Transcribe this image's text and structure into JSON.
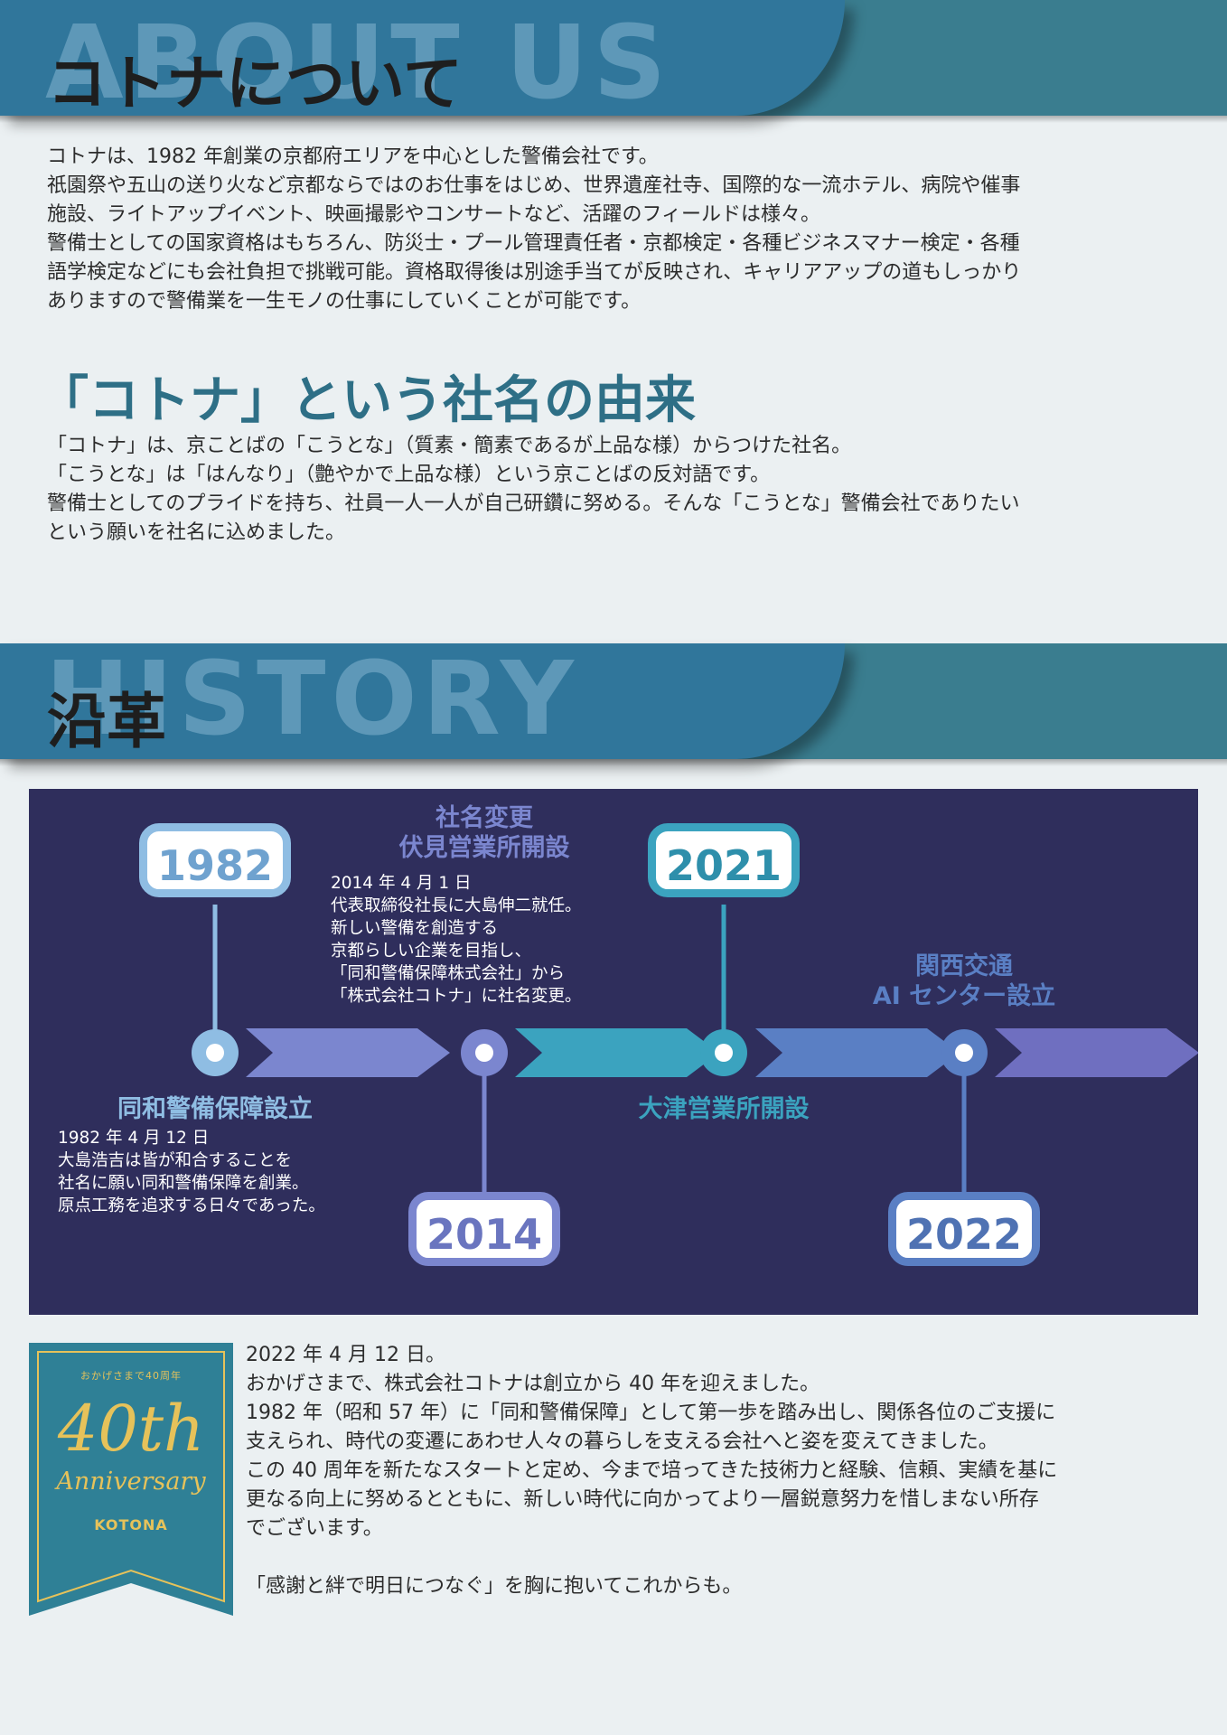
{
  "about": {
    "ghost": "ABOUT US",
    "title": "コトナについて",
    "paragraphs": [
      "コトナは、1982 年創業の京都府エリアを中心とした警備会社です。",
      "祇園祭や五山の送り火など京都ならではのお仕事をはじめ、世界遺産社寺、国際的な一流ホテル、病院や催事",
      "施設、ライトアップイベント、映画撮影やコンサートなど、活躍のフィールドは様々。",
      "警備士としての国家資格はもちろん、防災士・プール管理責任者・京都検定・各種ビジネスマナー検定・各種",
      "語学検定などにも会社負担で挑戦可能。資格取得後は別途手当てが反映され、キャリアアップの道もしっかり",
      "ありますので警備業を一生モノの仕事にしていくことが可能です。"
    ]
  },
  "origin": {
    "title": "「コトナ」という社名の由来",
    "paragraphs": [
      "「コトナ」は、京ことばの「こうとな」（質素・簡素であるが上品な様）からつけた社名。",
      "「こうとな」は「はんなり」（艶やかで上品な様）という京ことばの反対語です。",
      "警備士としてのプライドを持ち、社員一人一人が自己研鑽に努める。そんな「こうとな」警備会社でありたい",
      "という願いを社名に込めました。"
    ]
  },
  "history": {
    "ghost": "HISTORY",
    "title": "沿革",
    "colors": {
      "background": "#2f2e5c",
      "light_blue": "#8fbde3",
      "teal": "#3ba3bf",
      "periwinkle": "#7b86cf",
      "blue": "#5a7fc4",
      "violet": "#6f6fc0"
    },
    "events": [
      {
        "year": "1982",
        "heading": [
          "同和警備保障設立"
        ],
        "body": [
          "1982 年 4 月 12 日",
          "大島浩吉は皆が和合することを",
          "社名に願い同和警備保障を創業。",
          "原点工務を追求する日々であった。"
        ]
      },
      {
        "year": "2014",
        "heading": [
          "社名変更",
          "伏見営業所開設"
        ],
        "body": [
          "2014 年 4 月 1 日",
          "代表取締役社長に大島伸二就任。",
          "新しい警備を創造する",
          "京都らしい企業を目指し、",
          "「同和警備保障株式会社」から",
          "「株式会社コトナ」に社名変更。"
        ]
      },
      {
        "year": "2021",
        "heading": [
          "大津営業所開設"
        ],
        "body": []
      },
      {
        "year": "2022",
        "heading": [
          "関西交通",
          "AI センター設立"
        ],
        "body": []
      }
    ]
  },
  "anniversary": {
    "ribbon": {
      "small": "おかげさまで40周年",
      "number": "40th",
      "word": "Anniversary",
      "brand": "KOTONA"
    },
    "paragraphs": [
      "2022 年 4 月 12 日。",
      "おかげさまで、株式会社コトナは創立から 40 年を迎えました。",
      "1982 年（昭和 57 年）に「同和警備保障」として第一歩を踏み出し、関係各位のご支援に",
      "支えられ、時代の変遷にあわせ人々の暮らしを支える会社へと姿を変えてきました。",
      "この 40 周年を新たなスタートと定め、今まで培ってきた技術力と経験、信頼、実績を基に",
      "更なる向上に努めるとともに、新しい時代に向かってより一層鋭意努力を惜しまない所存",
      "でございます。"
    ],
    "closing": "「感謝と絆で明日につなぐ」を胸に抱いてこれからも。"
  }
}
